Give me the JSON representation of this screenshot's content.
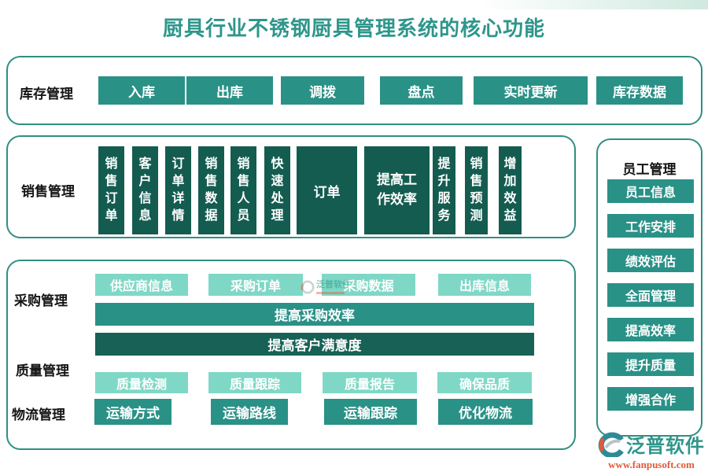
{
  "title": "厨具行业不锈钢厨具管理系统的核心功能",
  "sections": {
    "inventory": {
      "label": "库存管理",
      "items": [
        "入库",
        "出库",
        "调拨",
        "盘点",
        "实时更新",
        "库存数据"
      ]
    },
    "sales": {
      "label": "销售管理",
      "pipeline": [
        "销售订单",
        "客户信息",
        "订单详情",
        "销售数据",
        "销售人员",
        "快速处理"
      ],
      "order_box": "订单",
      "efficiency_box": "提高工作效率",
      "outcomes": [
        "提升服务",
        "销售预测",
        "增加效益"
      ]
    },
    "purchase": {
      "label": "采购管理",
      "items": [
        "供应商信息",
        "采购订单",
        "采购数据",
        "出库信息"
      ],
      "bar_efficiency": "提高采购效率",
      "bar_satisfaction": "提高客户满意度"
    },
    "quality": {
      "label": "质量管理",
      "items": [
        "质量检测",
        "质量跟踪",
        "质量报告",
        "确保品质"
      ]
    },
    "logistics": {
      "label": "物流管理",
      "items": [
        "运输方式",
        "运输路线",
        "运输跟踪",
        "优化物流"
      ]
    },
    "employee": {
      "label": "员工管理",
      "items": [
        "员工信息",
        "工作安排",
        "绩效评估",
        "全面管理",
        "提高效率",
        "提升质量",
        "增强合作"
      ]
    }
  },
  "branding": {
    "logo_text": "泛普软件",
    "website": "www.fanpusoft.com",
    "watermark_text": "泛普软件"
  },
  "colors": {
    "accent_teal": "#2A9187",
    "dark_teal": "#145C50",
    "bar_dark_teal": "#186156",
    "light_teal": "#7FD8C6",
    "title_teal": "#2E968B",
    "border_teal": "#2F8F81",
    "link_orange": "#E25A3A"
  }
}
